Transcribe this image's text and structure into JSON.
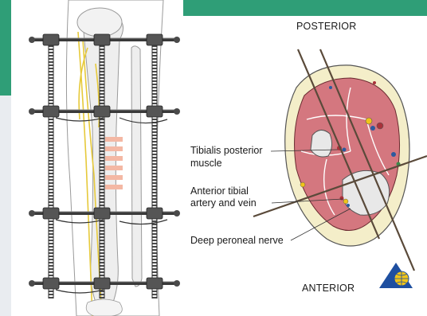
{
  "labels": {
    "posterior": "POSTERIOR",
    "anterior": "ANTERIOR",
    "tibialis_posterior_line1": "Tibialis posterior",
    "tibialis_posterior_line2": "muscle",
    "anterior_tibial_line1": "Anterior tibial",
    "anterior_tibial_line2": "artery and vein",
    "deep_peroneal": "Deep peroneal nerve"
  },
  "colors": {
    "teal_background": "#2f9e77",
    "muscle": "#d4777f",
    "fat": "#f4eec9",
    "nerve": "#e6c93a",
    "bone": "#e8e8e8",
    "frame_rod": "#4a4a4a",
    "logo_blue": "#1e4fa0",
    "logo_yellow": "#f0c419"
  },
  "icons": {
    "logo": "ao-triangle-globe-logo"
  }
}
